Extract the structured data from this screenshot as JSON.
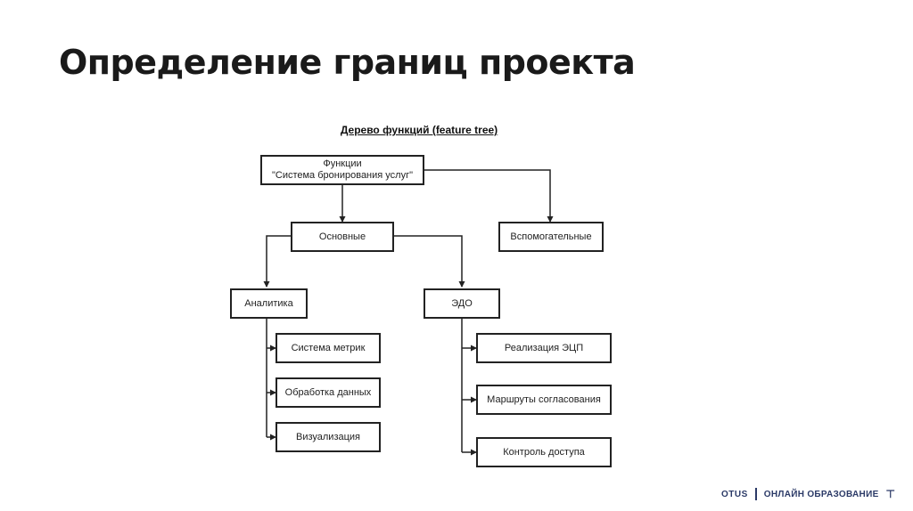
{
  "slide": {
    "title": "Определение границ проекта",
    "diagram_title": "Дерево функций (feature tree)"
  },
  "nodes": {
    "root_line1": "Функции",
    "root_line2": "\"Система бронирования услуг\"",
    "main": "Основные",
    "aux": "Вспомогательные",
    "analytics": "Аналитика",
    "edo": "ЭДО",
    "metrics": "Система метрик",
    "processing": "Обработка данных",
    "visualization": "Визуализация",
    "signature": "Реализация ЭЦП",
    "routes": "Маршруты согласования",
    "access": "Контроль доступа"
  },
  "footer": {
    "brand": "OTUS",
    "tagline": "ОНЛАЙН ОБРАЗОВАНИЕ"
  }
}
